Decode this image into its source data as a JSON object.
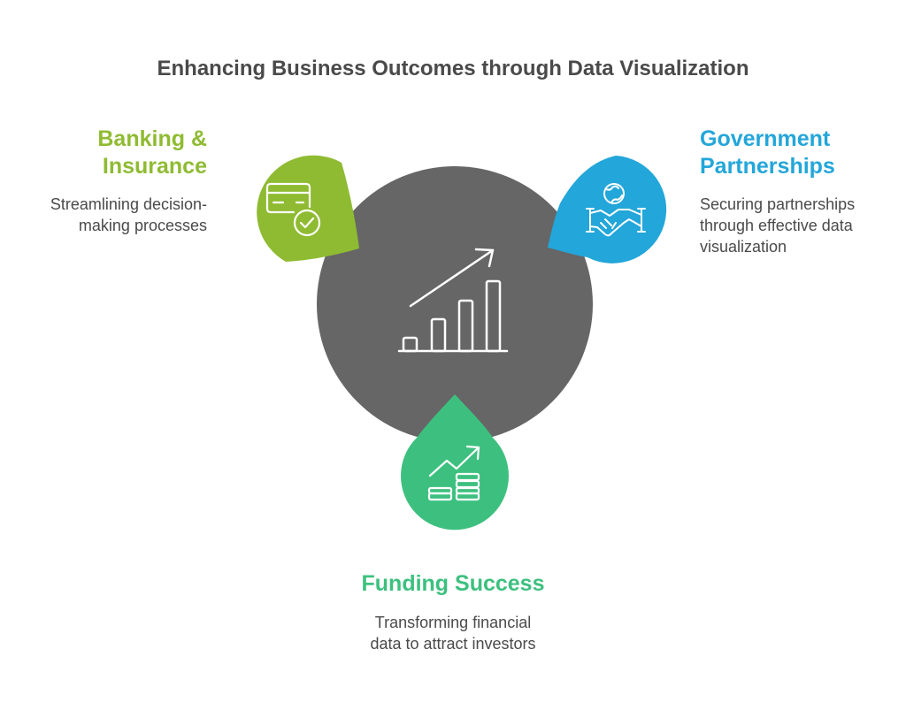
{
  "title": "Enhancing Business Outcomes through Data Visualization",
  "center": {
    "icon": "growth-chart-icon",
    "color": "#666666"
  },
  "items": [
    {
      "heading_lines": [
        "Banking &",
        "Insurance"
      ],
      "description_lines": [
        "Streamlining decision-",
        "making processes"
      ],
      "icon": "credit-card-check-icon",
      "color": "#8fbb32"
    },
    {
      "heading_lines": [
        "Government",
        "Partnerships"
      ],
      "description_lines": [
        "Securing partnerships",
        "through effective data",
        "visualization"
      ],
      "icon": "handshake-globe-icon",
      "color": "#23a6d9"
    },
    {
      "heading_lines": [
        "Funding Success"
      ],
      "description_lines": [
        "Transforming financial",
        "data to attract investors"
      ],
      "icon": "money-growth-icon",
      "color": "#3dc07f"
    }
  ]
}
